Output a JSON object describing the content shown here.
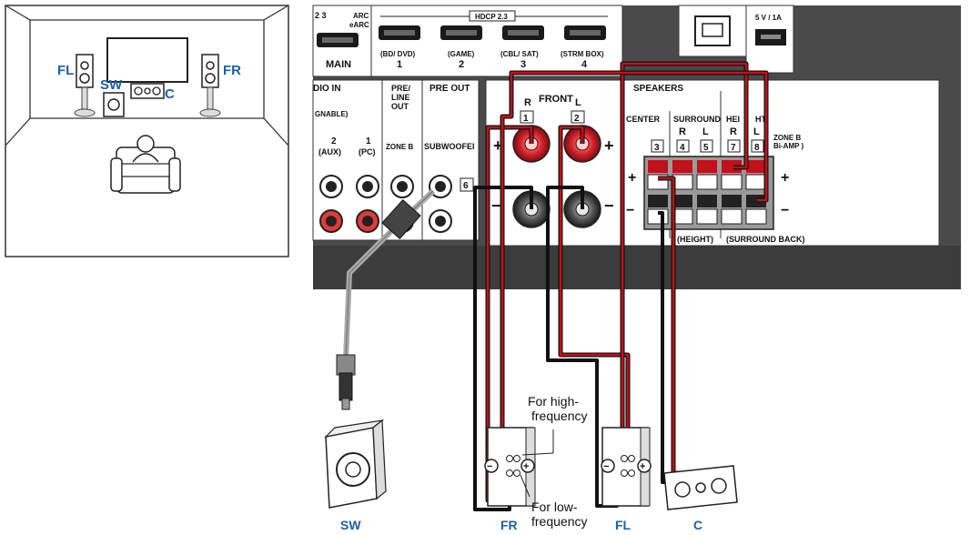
{
  "room": {
    "labels": {
      "fl": "FL",
      "sw": "SW",
      "c": "C",
      "fr": "FR"
    }
  },
  "panel": {
    "hdmi_left_top": "2 3",
    "hdmi_arc": "ARC",
    "hdmi_earc": "eARC",
    "hdmi_main": "MAIN",
    "hdcp": "HDCP 2.3",
    "hdmi_inputs": [
      {
        "name": "(BD/ DVD)",
        "num": "1"
      },
      {
        "name": "(GAME)",
        "num": "2"
      },
      {
        "name": "(CBL/ SAT)",
        "num": "3"
      },
      {
        "name": "(STRM BOX)",
        "num": "4"
      }
    ],
    "usb": "5 V / 1A",
    "audio_in": "DIO IN",
    "assignable": "GNABLE)",
    "aux_num": "2",
    "aux": "(AUX)",
    "pc_num": "1",
    "pc": "(PC)",
    "pre_line_out": [
      "PRE/",
      "LINE",
      "OUT"
    ],
    "zone_b": "ZONE B",
    "pre_out": "PRE OUT",
    "subwoofer": "SUBWOOFEI",
    "sub_num": "6",
    "front": "FRONT",
    "front_r": "R",
    "front_l": "L",
    "front_r_num": "1",
    "front_l_num": "2",
    "speakers": "SPEAKERS",
    "center": "CENTER",
    "surround": "SURROUND",
    "height": "HEI",
    "height_tail": "HT",
    "zone_b_biamp": [
      "ZONE B",
      "Bi-AMP )"
    ],
    "sur_r": "R",
    "sur_l": "L",
    "hgt_r": "R",
    "hgt_l": "L",
    "nums": [
      "3",
      "4",
      "5",
      "7",
      "8"
    ],
    "height_bottom": "(HEIGHT)",
    "surround_back": "(SURROUND BACK)",
    "plus": "+",
    "minus": "−"
  },
  "notes": {
    "high": [
      "For high-",
      "frequency"
    ],
    "low": [
      "For low-",
      "frequency"
    ]
  },
  "bottom_labels": {
    "sw": "SW",
    "fr": "FR",
    "fl": "FL",
    "c": "C"
  },
  "colors": {
    "label_blue": "#1f5fa8",
    "wire_red": "#c0121b",
    "wire_black": "#111111",
    "panel_dark": "#4a4a4a"
  }
}
